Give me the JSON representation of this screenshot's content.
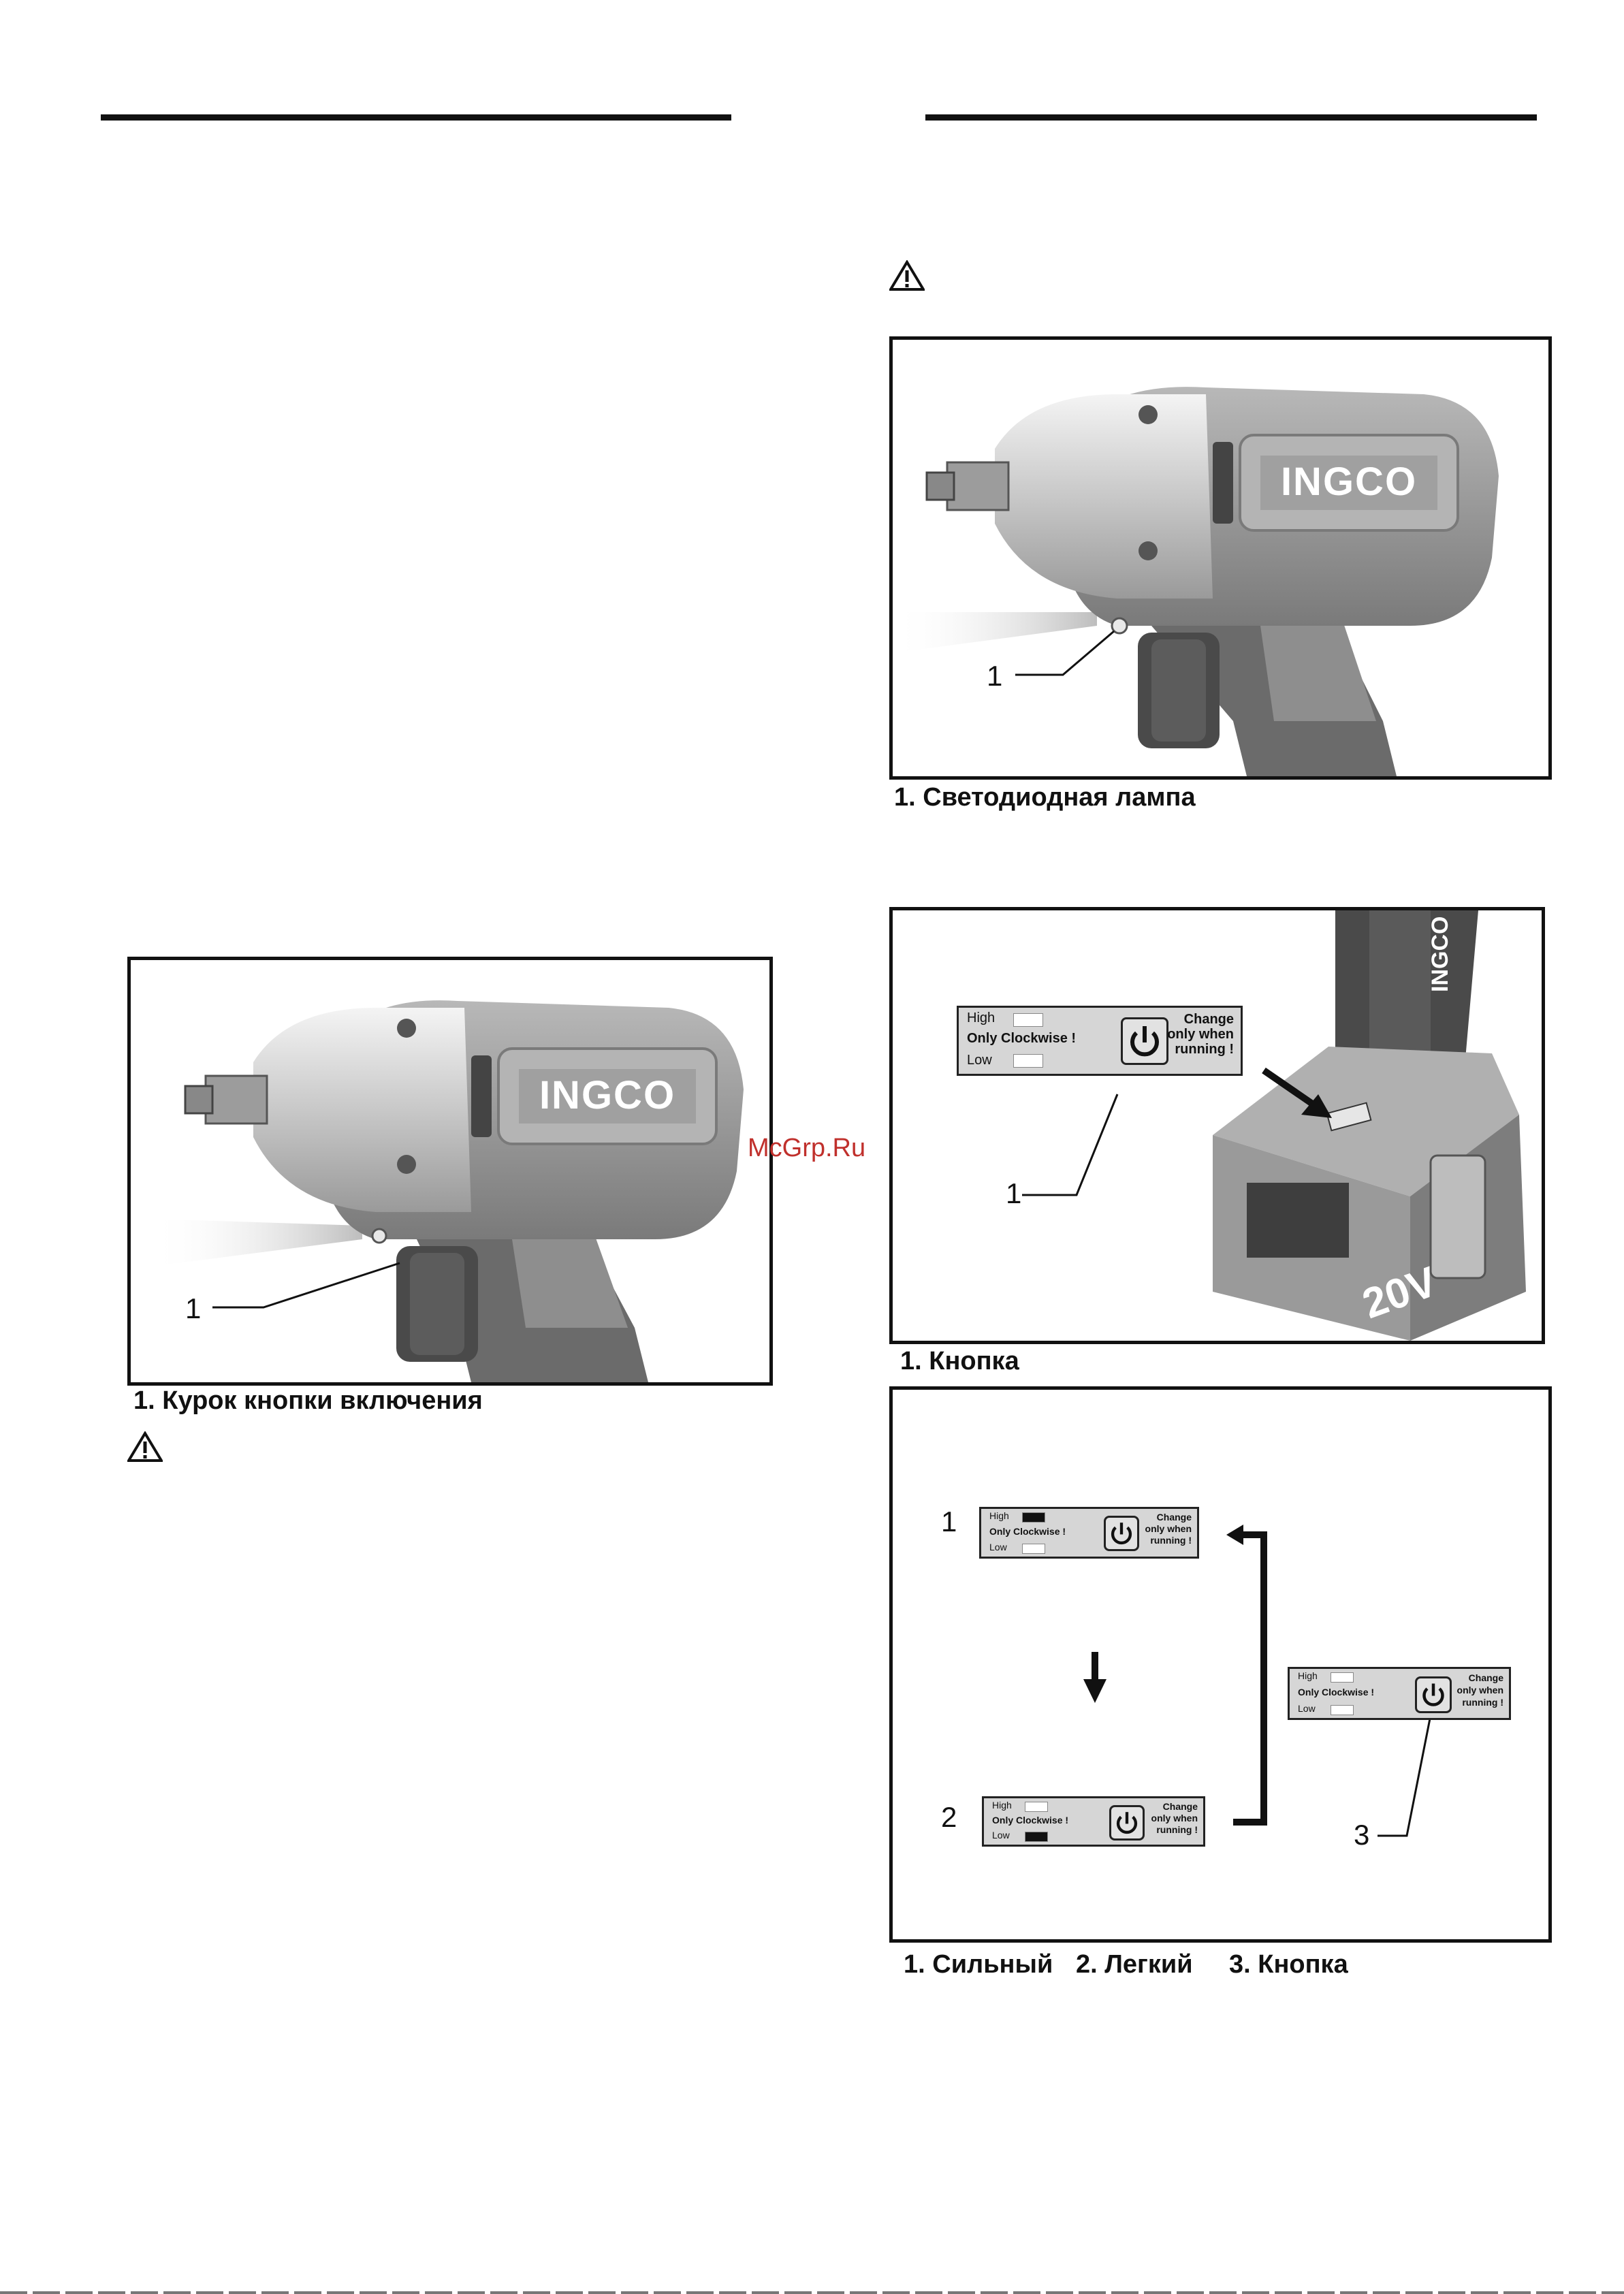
{
  "watermark": "McGrp.Ru",
  "left_column": {
    "figure_trigger": {
      "callout": "1",
      "caption": "1. Курок кнопки включения",
      "brand": "INGCO"
    }
  },
  "right_column": {
    "figure_led": {
      "callout": "1",
      "caption": "1. Светодиодная лампа",
      "brand": "INGCO"
    },
    "figure_button": {
      "callout": "1",
      "caption": "1. Кнопка",
      "battery_text": "20V",
      "label": {
        "high": "High",
        "clockwise": "Only Clockwise !",
        "low": "Low",
        "change_1": "Change",
        "change_2": "only when",
        "change_3": "running !"
      }
    },
    "figure_modes": {
      "callout_1": "1",
      "callout_2": "2",
      "callout_3": "3",
      "caption_1": "1. Сильный",
      "caption_2": "2. Легкий",
      "caption_3": "3. Кнопка",
      "label": {
        "high": "High",
        "clockwise": "Only Clockwise !",
        "low": "Low",
        "change_1": "Change",
        "change_2": "only when",
        "change_3": "running !"
      }
    }
  }
}
